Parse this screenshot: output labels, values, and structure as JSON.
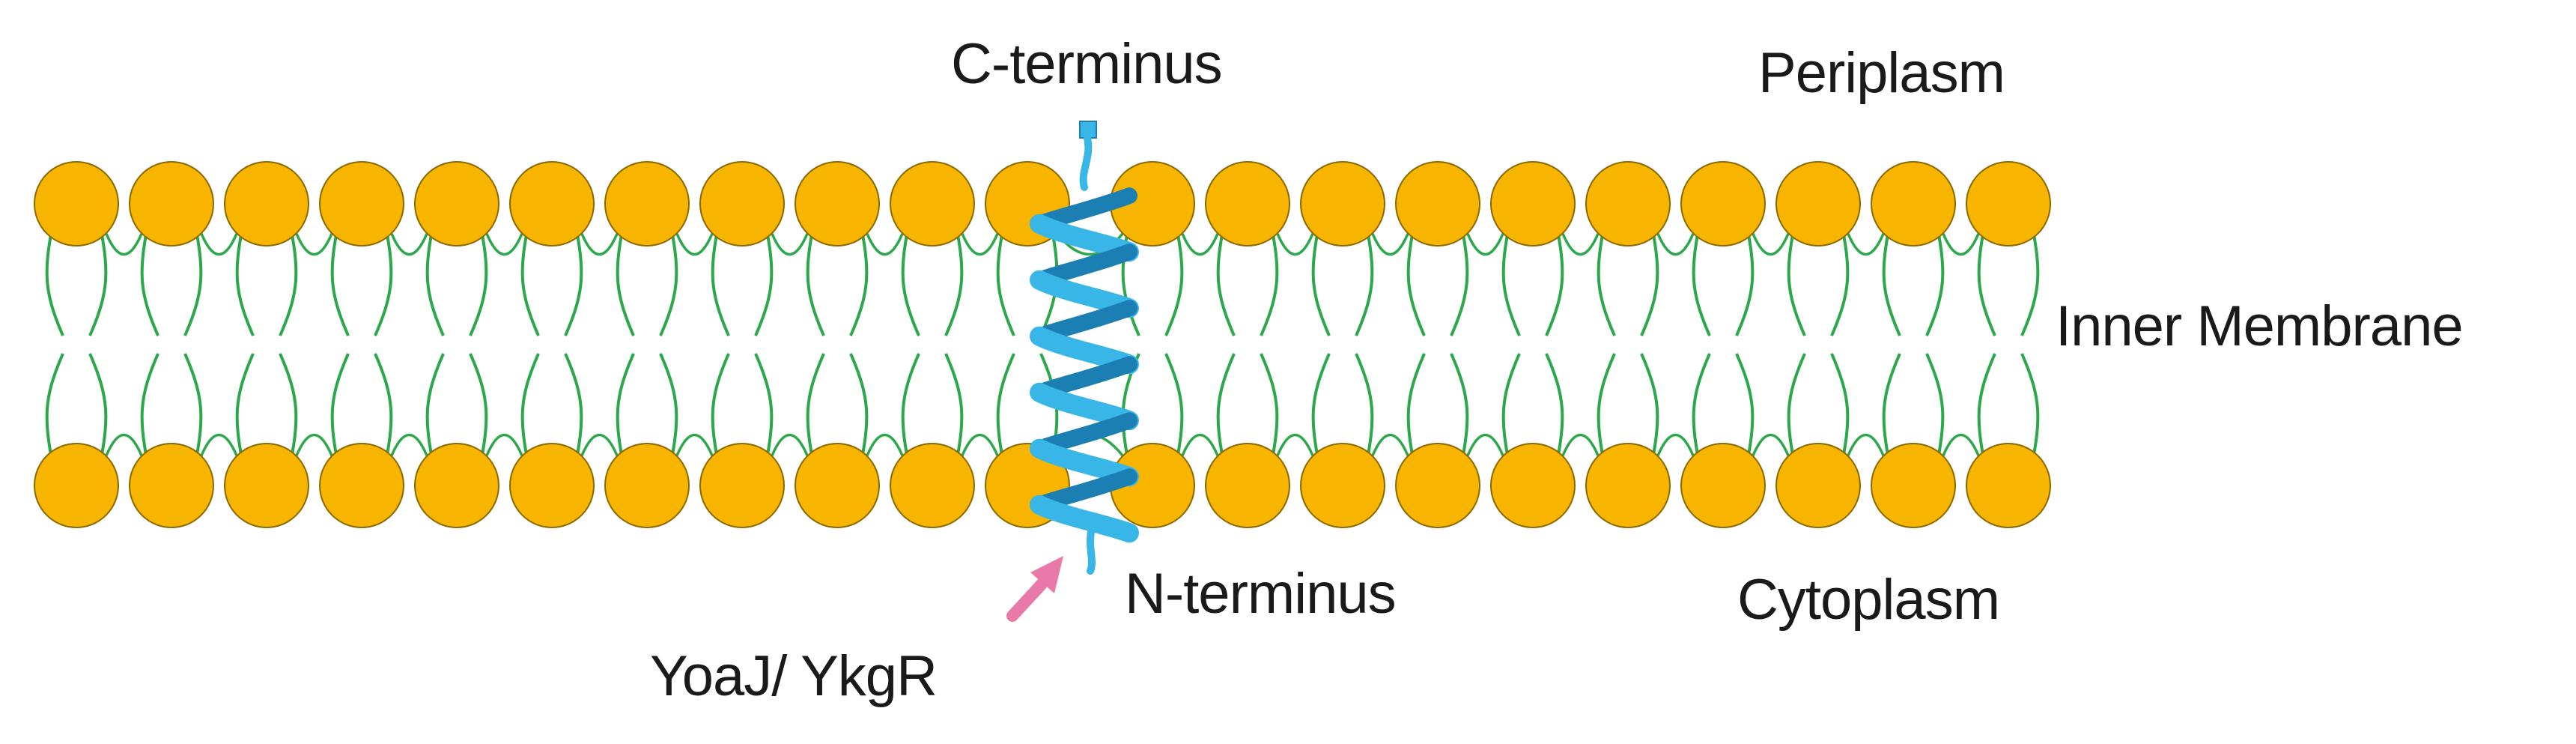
{
  "labels": {
    "c_terminus": "C-terminus",
    "n_terminus": "N-terminus",
    "periplasm": "Periplasm",
    "cytoplasm": "Cytoplasm",
    "inner_membrane": "Inner Membrane",
    "protein": "YoaJ/ YkgR"
  },
  "membrane": {
    "lipid_count_per_leaflet": 21,
    "helix_insert_after_index": 11
  },
  "colors": {
    "lipid_head": "#F7B500",
    "lipid_head_stroke": "#8a6a00",
    "lipid_tail": "#2aa84a",
    "helix": "#38B6E8",
    "helix_dark": "#1b7fb3",
    "arrow": "#E879A8",
    "text": "#1a1a1a"
  }
}
